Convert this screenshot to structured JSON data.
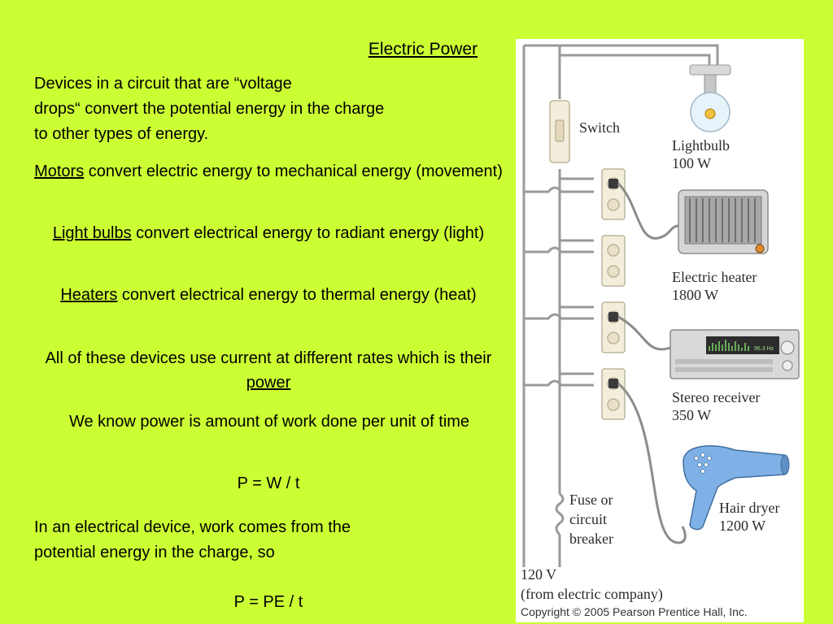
{
  "slide": {
    "title": "Electric Power",
    "intro_a": "Devices in a circuit that are “voltage",
    "intro_b": "drops“ convert the potential energy in the charge",
    "intro_c": "to other types of energy.",
    "motors_term": "Motors",
    "motors_text": " convert electric energy to mechanical energy (movement)",
    "bulbs_term": "Light bulbs",
    "bulbs_text": " convert electrical energy to radiant energy (light)",
    "heaters_term": "Heaters",
    "heaters_text": " convert electrical energy to thermal energy (heat)",
    "all_text": "All of these devices use current at different rates which is their ",
    "all_term": "power",
    "work_text": "We know power is amount of work done per unit of time",
    "eq1": "P = W / t",
    "elec_a": "In an electrical device, work comes from the",
    "elec_b": "potential energy in the charge, so",
    "eq2": "P = PE / t"
  },
  "figure": {
    "switch": "Switch",
    "lightbulb_name": "Lightbulb",
    "lightbulb_power": "100 W",
    "heater_name": "Electric heater",
    "heater_power": "1800 W",
    "stereo_name": "Stereo receiver",
    "stereo_power": "350 W",
    "stereo_display": "96.3 Hz",
    "dryer_name": "Hair dryer",
    "dryer_power": "1200 W",
    "fuse_1": "Fuse or",
    "fuse_2": "circuit",
    "fuse_3": "breaker",
    "supply_1": "120 V",
    "supply_2": "(from electric company)",
    "copyright": "Copyright © 2005 Pearson Prentice Hall, Inc."
  }
}
